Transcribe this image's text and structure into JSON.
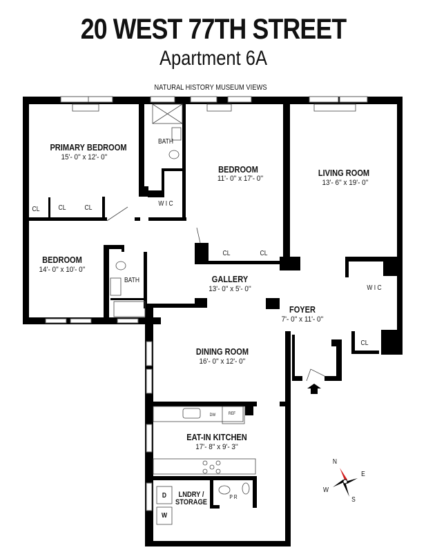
{
  "header": {
    "title": "20 WEST 77TH STREET",
    "subtitle": "Apartment 6A"
  },
  "views_label": "NATURAL HISTORY MUSEUM VIEWS",
  "rooms": [
    {
      "name": "PRIMARY BEDROOM",
      "dims": "15'- 0'' x 12'- 0''"
    },
    {
      "name": "BEDROOM",
      "dims": "11'- 0'' x 17'- 0''"
    },
    {
      "name": "LIVING ROOM",
      "dims": "13'- 6'' x 19'- 0''"
    },
    {
      "name": "BEDROOM",
      "dims": "14'- 0'' x 10'- 0''"
    },
    {
      "name": "GALLERY",
      "dims": "13'- 0'' x 5'- 0''"
    },
    {
      "name": "FOYER",
      "dims": "7'- 0'' x 11'- 0''"
    },
    {
      "name": "DINING ROOM",
      "dims": "16'- 0'' x 12'- 0''"
    },
    {
      "name": "EAT-IN KITCHEN",
      "dims": "17'- 8'' x 9'- 3''"
    },
    {
      "name": "LNDRY /",
      "dims": "STORAGE"
    }
  ],
  "fixtures": {
    "bath": "BATH",
    "wic": "W I C",
    "cl": "CL",
    "dw": "DW",
    "ref": "REF",
    "dryer": "D",
    "washer": "W",
    "pr": "P R"
  },
  "compass": {
    "n": "N",
    "e": "E",
    "s": "S",
    "w": "W",
    "north_color": "#d42020"
  },
  "entry_icon": "entry-arrow-icon"
}
